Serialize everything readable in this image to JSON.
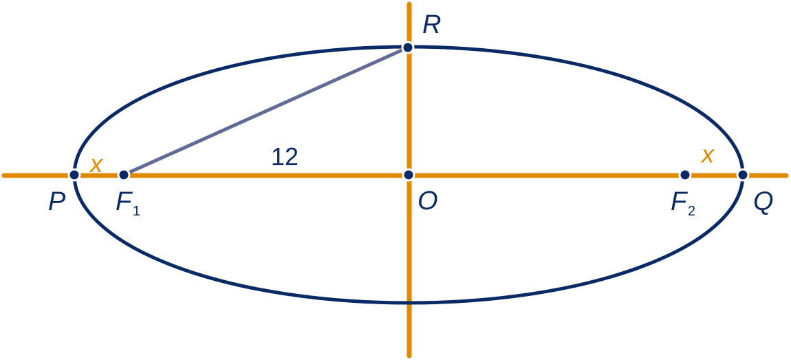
{
  "labels": {
    "R": "R",
    "P": "P",
    "O": "O",
    "Q": "Q",
    "F1": "F",
    "F1_sub": "1",
    "F2": "F",
    "F2_sub": "2",
    "length": "12",
    "x_left": "x",
    "x_right": "x"
  },
  "colors": {
    "axis": "#e08a00",
    "ellipse": "#0a2a66",
    "segment": "#626a96",
    "point": "#0a2a66"
  }
}
